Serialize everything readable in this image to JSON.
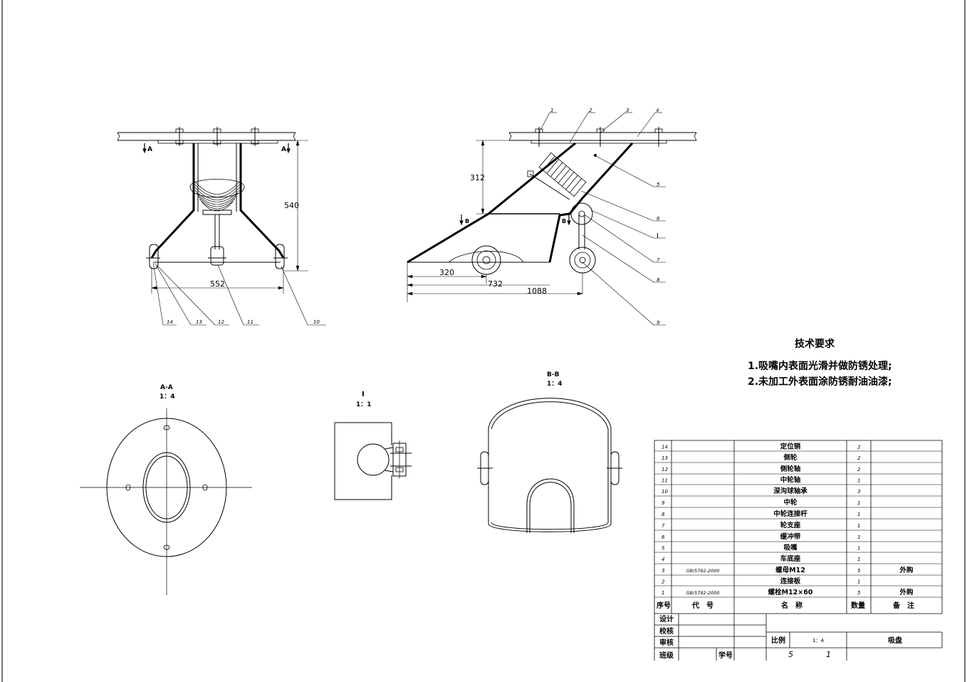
{
  "front_view": {
    "section_a_left": "A",
    "section_a_right": "A",
    "dim_height": "540",
    "dim_width": "552",
    "callouts": [
      "14",
      "13",
      "12",
      "11",
      "10"
    ]
  },
  "side_view": {
    "dim_vertical": "312",
    "dim_1": "320",
    "dim_2": "732",
    "dim_3": "1088",
    "section_b_left": "B",
    "section_b_right": "B",
    "detail_mark": "I",
    "callouts": [
      "1",
      "2",
      "3",
      "4",
      "5",
      "6",
      "7",
      "8",
      "9"
    ]
  },
  "view_aa": {
    "title": "A-A",
    "scale": "1：4"
  },
  "view_i": {
    "title": "I",
    "scale": "1：1"
  },
  "view_bb": {
    "title": "B-B",
    "scale": "1：4"
  },
  "tech_requirements": {
    "title": "技术要求",
    "items": [
      "1.吸嘴内表面光滑并做防锈处理;",
      "2.未加工外表面涂防锈耐油油漆;"
    ]
  },
  "parts_list": [
    {
      "no": "14",
      "code": "",
      "name": "定位销",
      "qty": "2",
      "note": ""
    },
    {
      "no": "13",
      "code": "",
      "name": "侧轮",
      "qty": "2",
      "note": ""
    },
    {
      "no": "12",
      "code": "",
      "name": "侧轮轴",
      "qty": "2",
      "note": ""
    },
    {
      "no": "11",
      "code": "",
      "name": "中轮轴",
      "qty": "1",
      "note": ""
    },
    {
      "no": "10",
      "code": "",
      "name": "深沟球轴承",
      "qty": "3",
      "note": ""
    },
    {
      "no": "9",
      "code": "",
      "name": "中轮",
      "qty": "1",
      "note": ""
    },
    {
      "no": "8",
      "code": "",
      "name": "中轮连接杆",
      "qty": "1",
      "note": ""
    },
    {
      "no": "7",
      "code": "",
      "name": "轮支座",
      "qty": "1",
      "note": ""
    },
    {
      "no": "6",
      "code": "",
      "name": "缓冲带",
      "qty": "1",
      "note": ""
    },
    {
      "no": "5",
      "code": "",
      "name": "吸嘴",
      "qty": "1",
      "note": ""
    },
    {
      "no": "4",
      "code": "",
      "name": "车底座",
      "qty": "1",
      "note": ""
    },
    {
      "no": "3",
      "code": "GB/5782-2000",
      "name": "螺母M12",
      "qty": "5",
      "note": "外购"
    },
    {
      "no": "2",
      "code": "",
      "name": "连接板",
      "qty": "1",
      "note": ""
    },
    {
      "no": "1",
      "code": "GB/5782-2000",
      "name": "螺栓M12×60",
      "qty": "5",
      "note": "外购"
    }
  ],
  "parts_header": {
    "no": "序号",
    "code": "代　号",
    "name": "名　称",
    "qty": "数量",
    "note": "备　注"
  },
  "title_block": {
    "design": "设计",
    "check": "校核",
    "review": "审核",
    "class": "班级",
    "student_no": "学号",
    "scale_label": "比例",
    "scale_value": "1：4",
    "drawing_name": "吸盘",
    "sheet_a": "5",
    "sheet_b": "1"
  }
}
